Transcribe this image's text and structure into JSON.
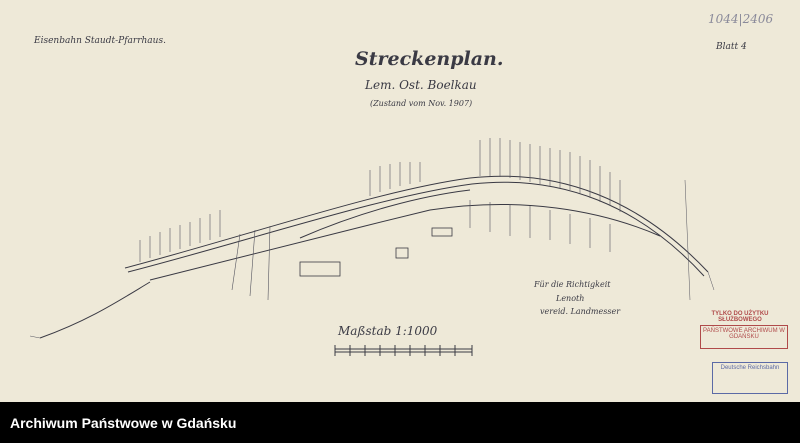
{
  "document": {
    "railway_line": "Eisenbahn Staudt-Pfarrhaus.",
    "title": "Streckenplan.",
    "subtitle": "Lem. Ost. Boelkau",
    "date_note": "(Zustand vom Nov. 1907)",
    "sheet_label": "Blatt 4",
    "corner_number": "1044|2406",
    "scale_label": "Maßstab 1:1000",
    "signature_line1": "Für die Richtigkeit",
    "signature_line2": "Lenoth",
    "signature_line3": "vereid. Landmesser"
  },
  "stamps": {
    "stamp1": "TYLKO DO UŻYTKU SŁUŻBOWEGO",
    "stamp2": "PAŃSTWOWE ARCHIWUM W GDAŃSKU",
    "stamp3": "Deutsche Reichsbahn"
  },
  "footer": {
    "archive_name": "Archiwum Państwowe w Gdańsku"
  },
  "colors": {
    "paper": "#eee9d8",
    "ink": "#3a3a44",
    "footer_bg": "#000000",
    "stamp_red": "#b04a4a",
    "stamp_blue": "#5b6aa6"
  }
}
